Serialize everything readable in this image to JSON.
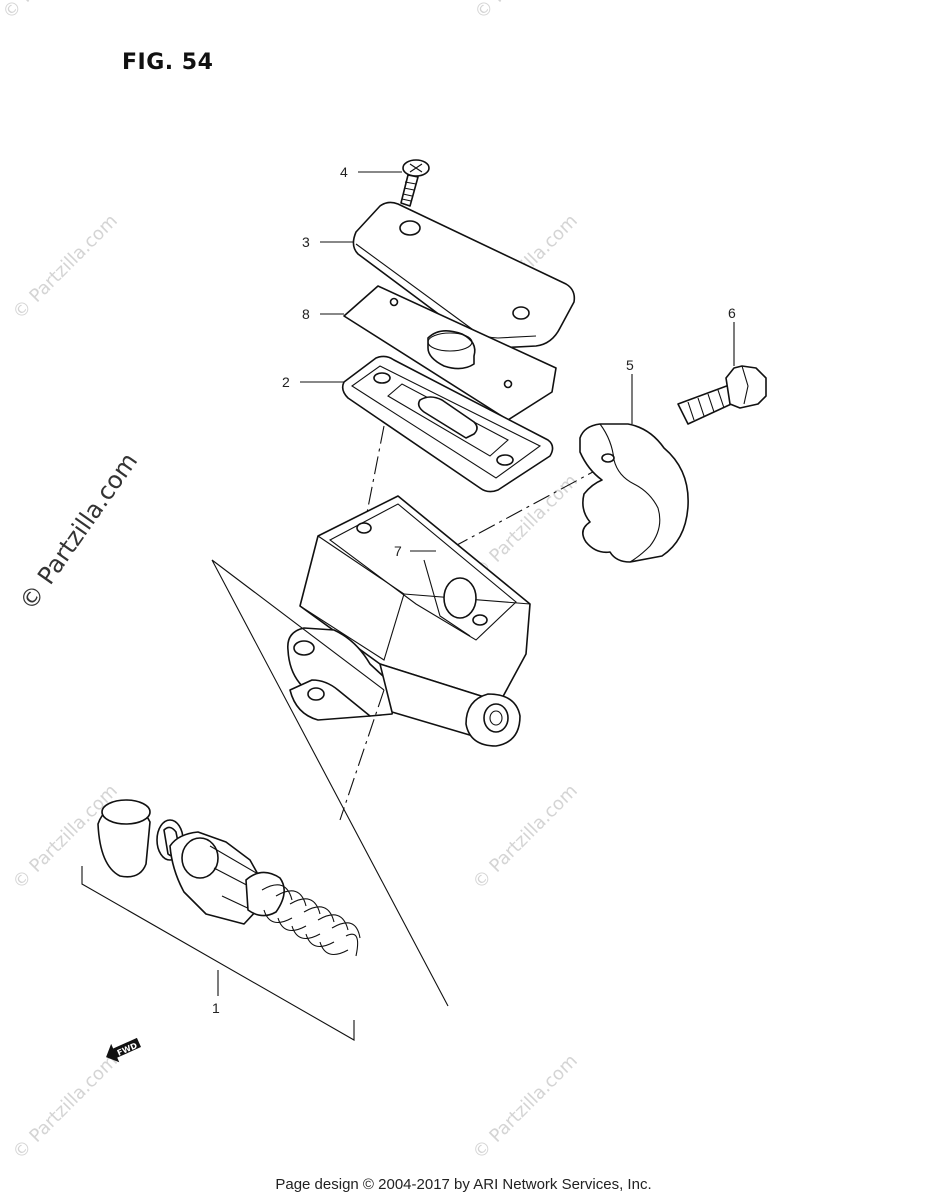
{
  "figure": {
    "title": "FIG. 54"
  },
  "callouts": [
    {
      "id": "1",
      "label": "1"
    },
    {
      "id": "2",
      "label": "2"
    },
    {
      "id": "3",
      "label": "3"
    },
    {
      "id": "4",
      "label": "4"
    },
    {
      "id": "5",
      "label": "5"
    },
    {
      "id": "6",
      "label": "6"
    },
    {
      "id": "7",
      "label": "7"
    },
    {
      "id": "8",
      "label": "8"
    }
  ],
  "direction_badge": "FWD",
  "watermark": {
    "text": "© Partzilla.com"
  },
  "footer": {
    "text": "Page design © 2004-2017 by ARI Network Services, Inc."
  }
}
